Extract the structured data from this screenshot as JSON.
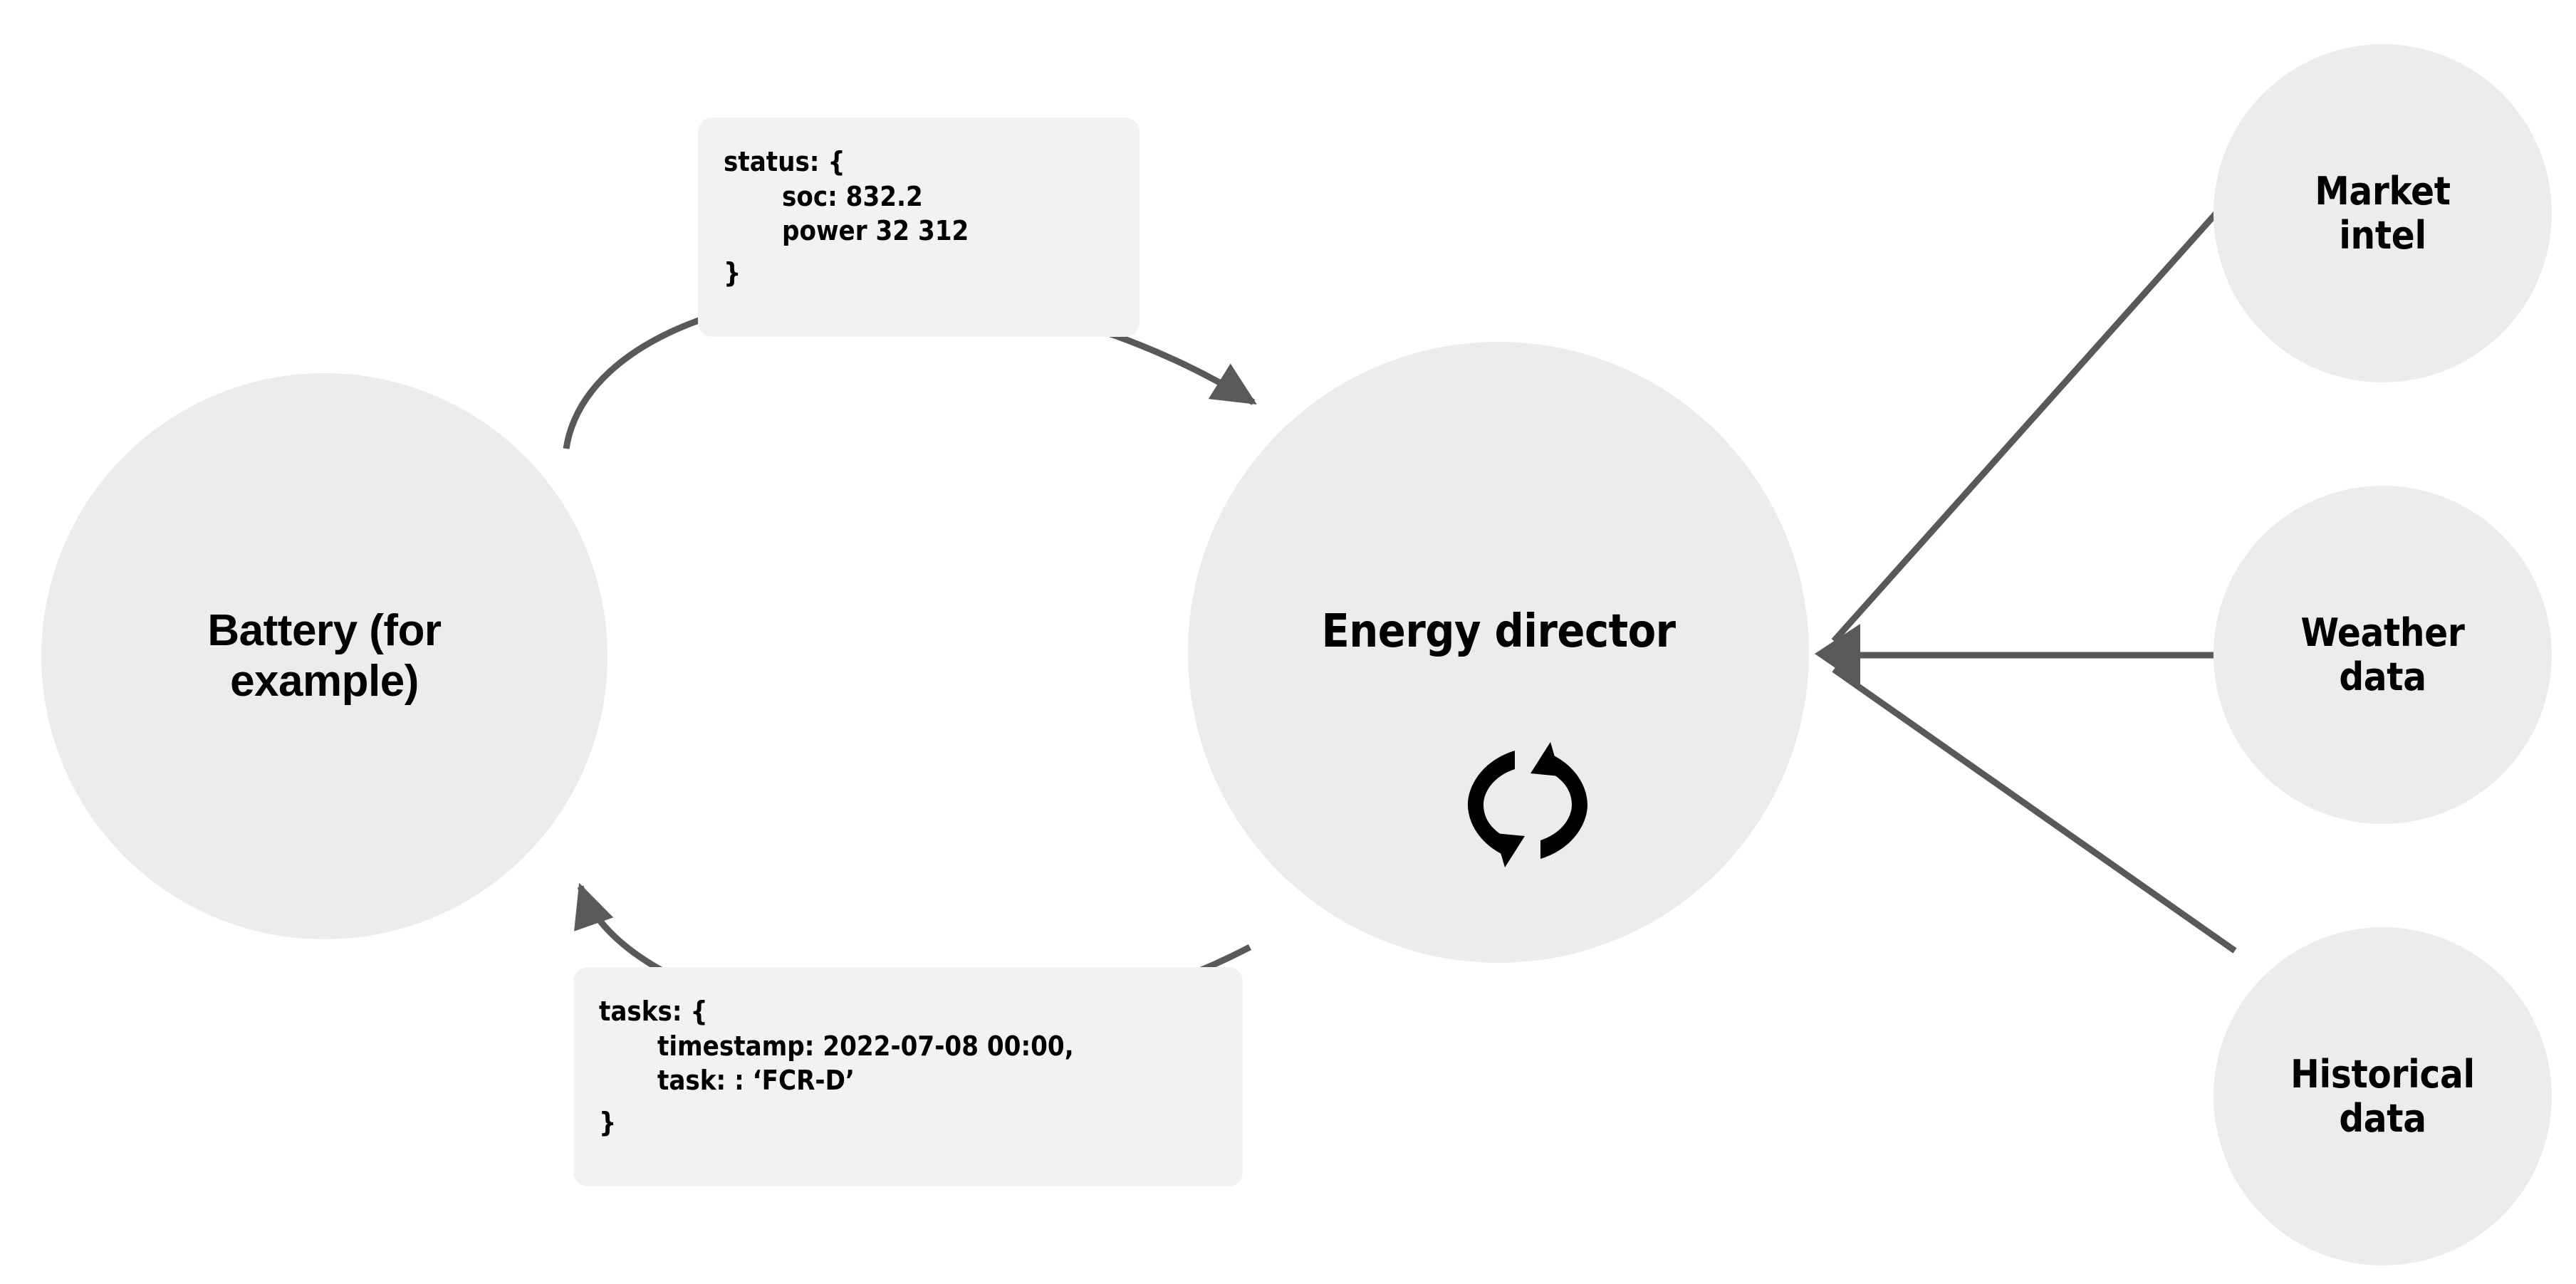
{
  "diagram": {
    "nodes": {
      "battery": {
        "label": "Battery (for\nexample)"
      },
      "energy_director": {
        "label": "Energy director",
        "icon": "cycle-refresh-icon"
      },
      "market_intel": {
        "label": "Market\nintel"
      },
      "weather_data": {
        "label": "Weather\ndata"
      },
      "historical_data": {
        "label": "Historical\ndata"
      }
    },
    "messages": {
      "status": {
        "open": "status: {",
        "lines": [
          "soc: 832.2",
          "power 32 312"
        ],
        "close": "}"
      },
      "tasks": {
        "open": "tasks: {",
        "lines": [
          "timestamp: 2022-07-08 00:00,",
          "task: : ‘FCR-D’"
        ],
        "close": "}"
      }
    },
    "colors": {
      "node_fill": "#ECECEC",
      "box_fill": "#F2F2F2",
      "edge": "#595959",
      "text": "#000000",
      "background": "#FFFFFF"
    }
  }
}
